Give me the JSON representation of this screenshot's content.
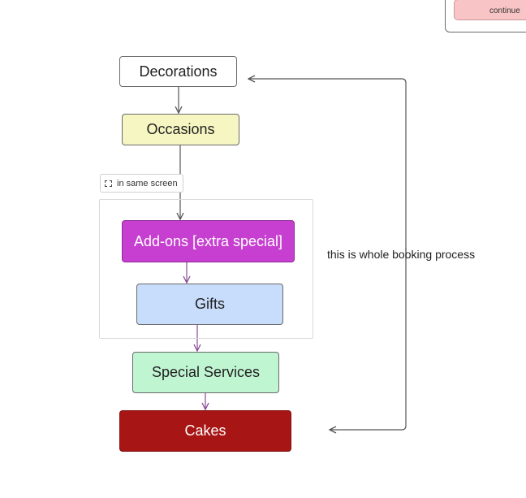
{
  "corner": {
    "button_label": "continue"
  },
  "group": {
    "label": "in same screen"
  },
  "nodes": {
    "decorations": "Decorations",
    "occasions": "Occasions",
    "addons": "Add-ons [extra special]",
    "gifts": "Gifts",
    "special_services": "Special Services",
    "cakes": "Cakes"
  },
  "note": "this is whole booking process",
  "colors": {
    "occasions": "#f6f6c2",
    "addons": "#c73fd0",
    "gifts": "#c8dcfb",
    "special_services": "#c0f5d2",
    "cakes": "#a81515",
    "continue_button": "#f9c4c6"
  }
}
